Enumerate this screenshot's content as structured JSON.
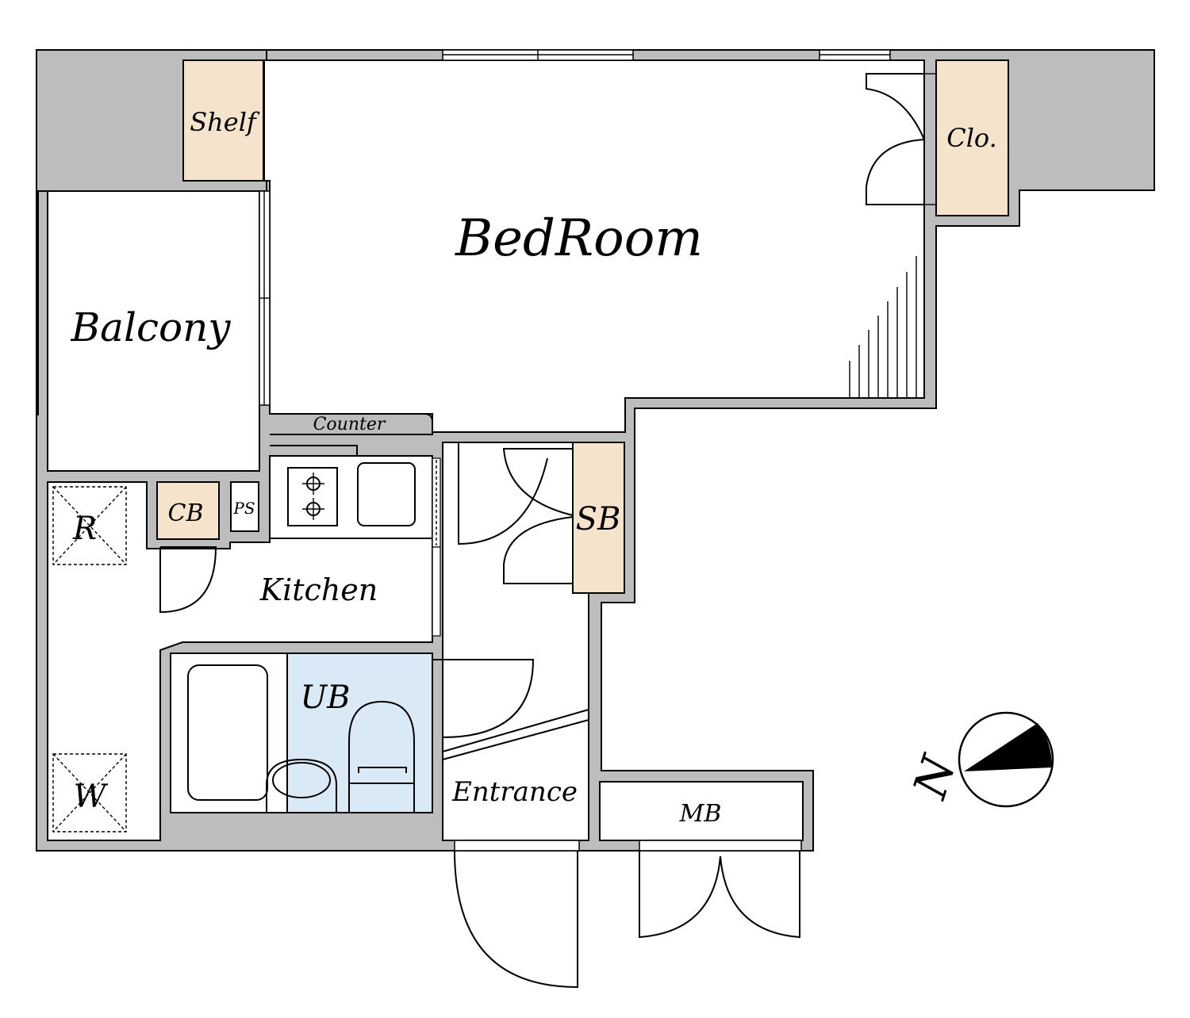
{
  "rooms": {
    "bedroom": "BedRoom",
    "balcony": "Balcony",
    "kitchen": "Kitchen",
    "unit_bath": "UB",
    "entrance": "Entrance",
    "shelf": "Shelf",
    "closet": "Clo.",
    "shoe_box": "SB",
    "cupboard": "CB",
    "pipe_space": "PS",
    "meter_box": "MB",
    "counter": "Counter",
    "refrigerator": "R",
    "washer": "W"
  },
  "compass": {
    "label": "N",
    "icon": "north-arrow-icon"
  },
  "colors": {
    "wall": "#bdbdbd",
    "storage": "#f5e3cc",
    "bath": "#d9e9f5",
    "floor": "#ffffff"
  }
}
